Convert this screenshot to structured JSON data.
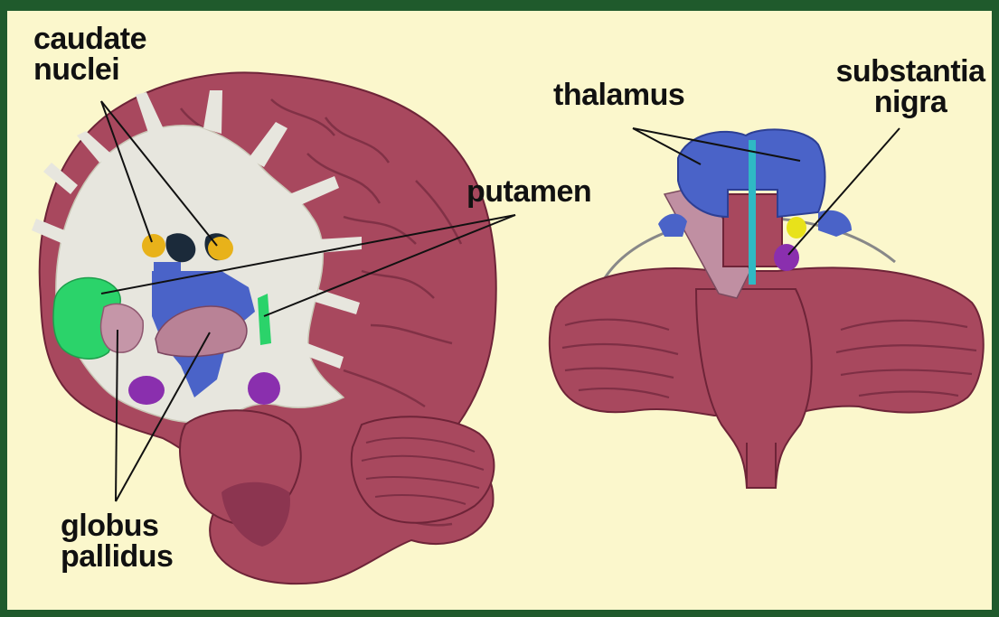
{
  "labels": {
    "caudate_nuclei": [
      "caudate",
      "nuclei"
    ],
    "thalamus": "thalamus",
    "substantia_nigra": [
      "substantia",
      "nigra"
    ],
    "putamen": "putamen",
    "globus_pallidus": [
      "globus",
      "pallidus"
    ]
  },
  "colors": {
    "frame": "#1f5a2c",
    "background": "#fbf7cc",
    "cortex": "#a8485e",
    "white_matter": "#e7e6de",
    "caudate": "#e8b21a",
    "putamen": "#2bd36a",
    "globus_pallidus": "#b98296",
    "thalamus": "#4a63c8",
    "substantia_nigra": "#8a2fae",
    "ventricle_cyan": "#2fb9c4"
  }
}
